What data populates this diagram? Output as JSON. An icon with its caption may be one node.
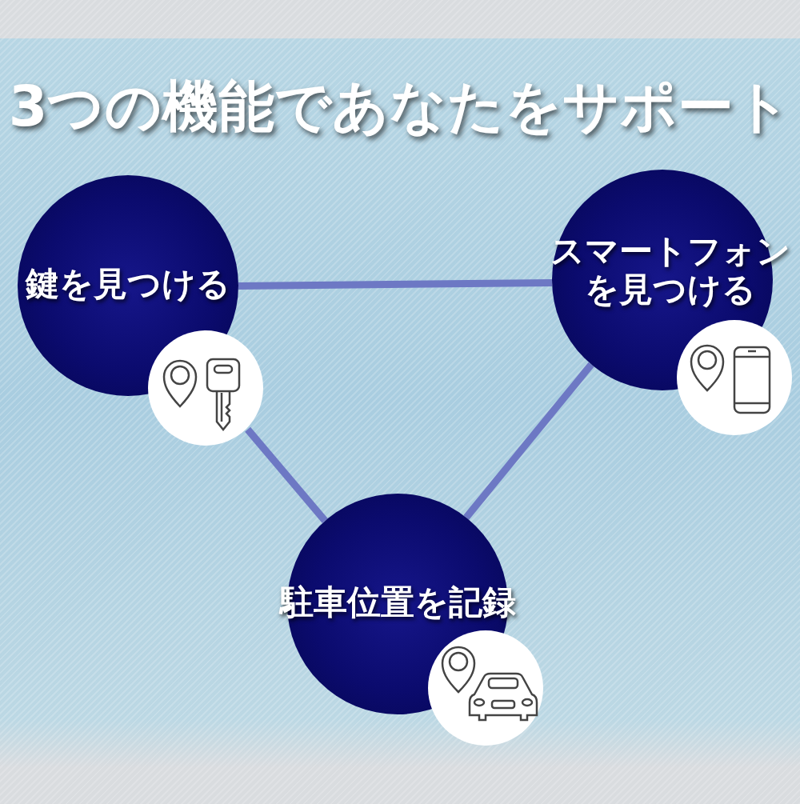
{
  "diagram": {
    "title": "3つの機能であなたをサポート",
    "nodes": [
      {
        "text": [
          "鍵を見つける"
        ]
      },
      {
        "text": [
          "スマートフォンを見つける"
        ]
      },
      {
        "text": [
          "駐車位置を記録"
        ]
      }
    ],
    "edges": [
      {
        "from": 0,
        "to": 1,
        "arrow": "none"
      },
      {
        "from": 0,
        "to": 2,
        "arrow": "none"
      },
      {
        "from": 1,
        "to": 2,
        "arrow": "none"
      }
    ]
  }
}
